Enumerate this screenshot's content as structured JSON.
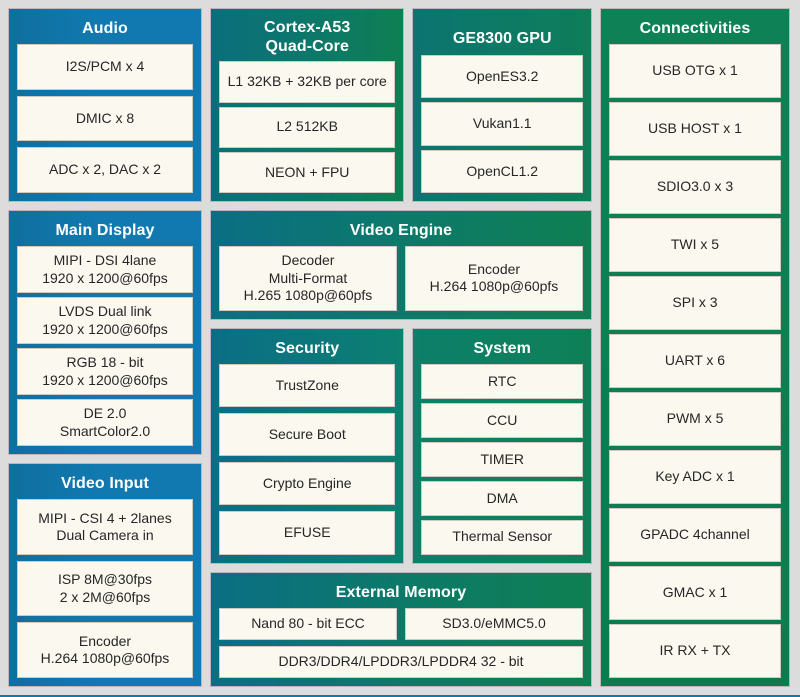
{
  "theme": {
    "background": "#dcdcdc",
    "blue": "#1179b0",
    "teal": "#0b6e7c",
    "green": "#0e7f52",
    "item_fill": "#fbf8ef",
    "item_text": "#262626",
    "title_text": "#ffffff"
  },
  "columns": {
    "left": [
      {
        "title": "Audio",
        "items": [
          "I2S/PCM x 4",
          "DMIC x 8",
          "ADC x 2, DAC x 2"
        ]
      },
      {
        "title": "Main Display",
        "items": [
          "MIPI - DSI 4lane\n1920 x 1200@60fps",
          "LVDS Dual link\n1920 x 1200@60fps",
          "RGB 18 - bit\n1920 x 1200@60fps",
          "DE 2.0\nSmartColor2.0"
        ]
      },
      {
        "title": "Video Input",
        "items": [
          "MIPI - CSI 4 + 2lanes\nDual Camera in",
          "ISP 8M@30fps\n2 x 2M@60fps",
          "Encoder\nH.264 1080p@60fps"
        ]
      }
    ],
    "middle": {
      "top_row": [
        {
          "title": "Cortex-A53\nQuad-Core",
          "items": [
            "L1 32KB + 32KB per core",
            "L2 512KB",
            "NEON + FPU"
          ]
        },
        {
          "title": "GE8300 GPU",
          "items": [
            "OpenES3.2",
            "Vukan1.1",
            "OpenCL1.2"
          ]
        }
      ],
      "video_engine": {
        "title": "Video Engine",
        "items": [
          "Decoder\nMulti-Format\nH.265 1080p@60pfs",
          "Encoder\nH.264 1080p@60pfs"
        ]
      },
      "mid_row": [
        {
          "title": "Security",
          "items": [
            "TrustZone",
            "Secure Boot",
            "Crypto Engine",
            "EFUSE"
          ]
        },
        {
          "title": "System",
          "items": [
            "RTC",
            "CCU",
            "TIMER",
            "DMA",
            "Thermal Sensor"
          ]
        }
      ],
      "external_memory": {
        "title": "External Memory",
        "row_items": [
          "Nand 80 - bit ECC",
          "SD3.0/eMMC5.0"
        ],
        "wide_item": "DDR3/DDR4/LPDDR3/LPDDR4 32 - bit"
      }
    },
    "right": {
      "title": "Connectivities",
      "items": [
        "USB OTG x 1",
        "USB HOST x 1",
        "SDIO3.0 x 3",
        "TWI x 5",
        "SPI x 3",
        "UART x 6",
        "PWM x 5",
        "Key ADC x 1",
        "GPADC 4channel",
        "GMAC x 1",
        "IR RX + TX"
      ]
    }
  }
}
